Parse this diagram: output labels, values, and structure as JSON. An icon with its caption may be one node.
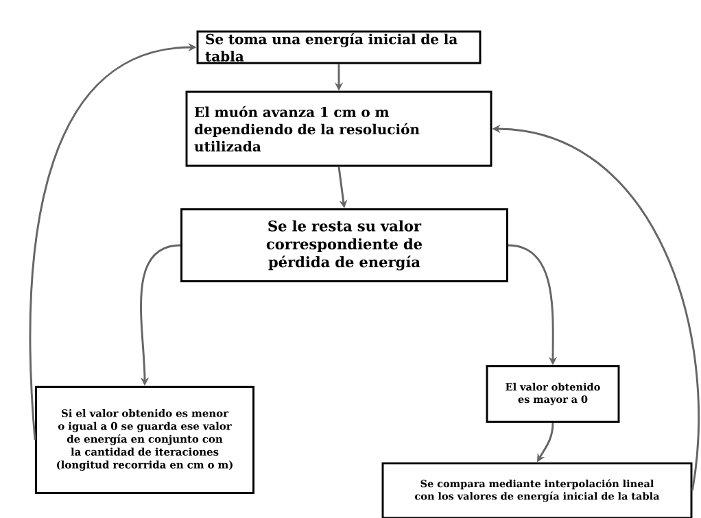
{
  "diagram": {
    "nodes": [
      {
        "text": [
          "Se toma una energía inicial de la tabla"
        ]
      },
      {
        "text": [
          "El muón avanza 1 cm o m dependiendo de la resolución utilizada"
        ]
      },
      {
        "text": [
          "Se le resta su valor correspondiente de pérdida de energía"
        ]
      },
      {
        "text": [
          "Si el valor obtenido es menor o igual a 0 se guarda ese valor de energía en conjunto con la cantidad de iteraciones (longitud recorrida en cm o m)"
        ]
      },
      {
        "text": [
          "El valor obtenido es mayor a 0"
        ]
      },
      {
        "text": [
          "Se compara mediante interpolación lineal con los valores de energía inicial de la tabla"
        ]
      }
    ],
    "edges": [
      {
        "from": 0,
        "to": 1,
        "arrow": "to"
      },
      {
        "from": 1,
        "to": 2,
        "arrow": "to"
      },
      {
        "from": 2,
        "to": 3,
        "arrow": "to"
      },
      {
        "from": 2,
        "to": 4,
        "arrow": "to"
      },
      {
        "from": 4,
        "to": 5,
        "arrow": "to"
      },
      {
        "from": 3,
        "to": 0,
        "arrow": "to"
      },
      {
        "from": 5,
        "to": 1,
        "arrow": "to"
      }
    ]
  }
}
